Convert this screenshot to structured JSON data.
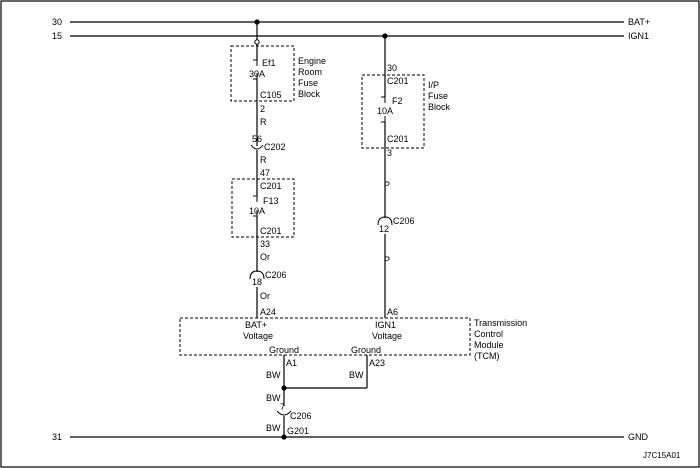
{
  "buses": {
    "bat_left": "30",
    "bat_right": "BAT+",
    "ign_left": "15",
    "ign_right": "IGN1",
    "gnd_left": "31",
    "gnd_right": "GND"
  },
  "left_branch": {
    "fuse_name": "Ef1",
    "fuse_rating": "30A",
    "fuse_connector": "C105",
    "fuse_block_label": [
      "Engine",
      "Room",
      "Fuse",
      "Block"
    ],
    "pin_2": "2",
    "wire_r_1": "R",
    "c202_pin": "56",
    "c202_name": "C202",
    "wire_r_2": "R",
    "pin_47": "47",
    "f13_top_connector": "C201",
    "f13_name": "F13",
    "f13_rating": "10A",
    "f13_bottom_connector": "C201",
    "pin_33": "33",
    "wire_or_1": "Or",
    "c206_pin": "18",
    "c206_name": "C206",
    "wire_or_2": "Or",
    "tcm_pin": "A24"
  },
  "right_branch": {
    "pin_30": "30",
    "top_connector": "C201",
    "fuse_name": "F2",
    "fuse_rating": "10A",
    "fuse_block_label": [
      "I/P",
      "Fuse",
      "Block"
    ],
    "bottom_connector": "C201",
    "pin_3": "3",
    "wire_p_1": "P",
    "c206_pin": "12",
    "c206_name": "C206",
    "wire_p_2": "P",
    "tcm_pin": "A6"
  },
  "tcm": {
    "batt_label_1": "BAT+",
    "batt_label_2": "Voltage",
    "ign_label_1": "IGN1",
    "ign_label_2": "Voltage",
    "ground_left": "Ground",
    "ground_right": "Ground",
    "module_label": [
      "Transmission",
      "Control",
      "Module",
      "(TCM)"
    ]
  },
  "ground": {
    "pin_a1": "A1",
    "pin_a23": "A23",
    "wire_bw_left": "BW",
    "wire_bw_right": "BW",
    "wire_bw_mid": "BW",
    "c206_pin": "7",
    "c206_name": "C206",
    "wire_bw_low": "BW",
    "ground_point": "G201"
  },
  "figure_id": "J7C15A01"
}
